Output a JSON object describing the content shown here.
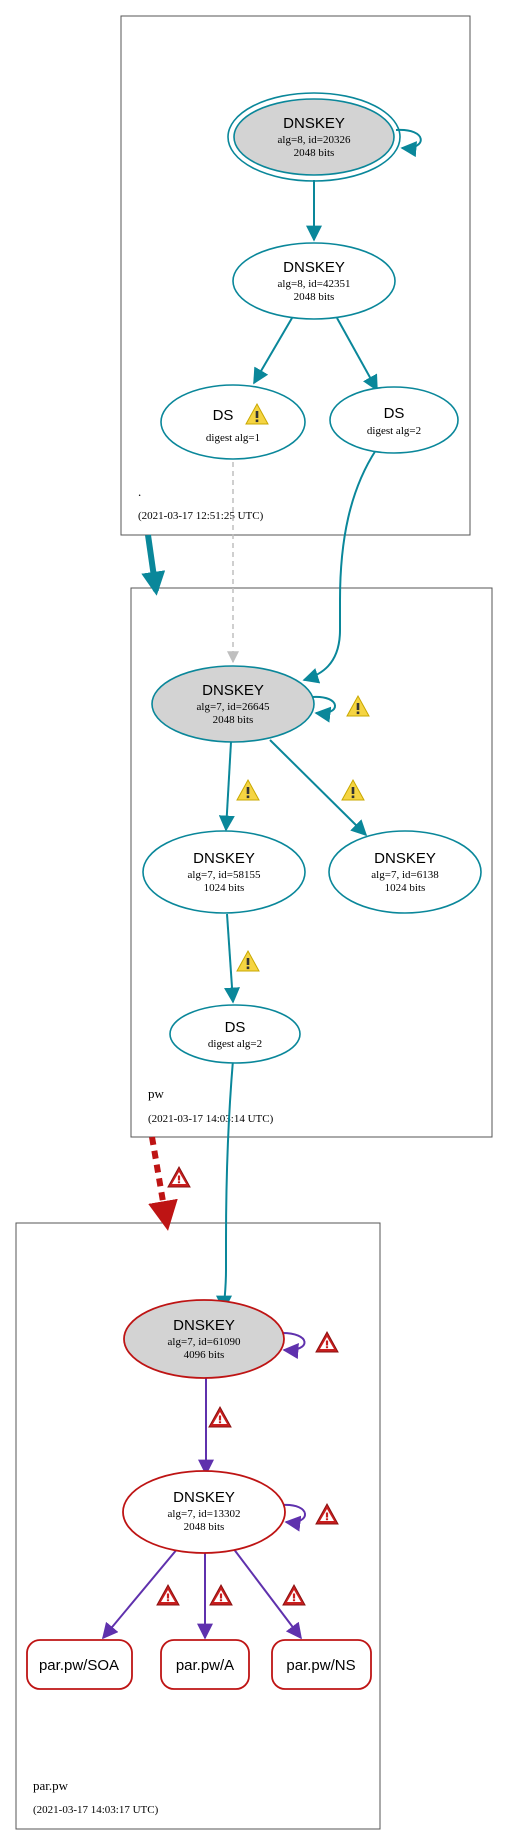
{
  "colors": {
    "teal": "#0a879a",
    "red": "#be1414",
    "purple": "#5f31ad",
    "grey_fill": "#d3d3d3",
    "dashed_grey": "#bfbfbf",
    "warning_yellow": "#f5d442",
    "error_red": "#c81e1e"
  },
  "zones": [
    {
      "name": ".",
      "timestamp": "(2021-03-17 12:51:25 UTC)"
    },
    {
      "name": "pw",
      "timestamp": "(2021-03-17 14:03:14 UTC)"
    },
    {
      "name": "par.pw",
      "timestamp": "(2021-03-17 14:03:17 UTC)"
    }
  ],
  "nodes": {
    "root_ksk": {
      "title": "DNSKEY",
      "line1": "alg=8, id=20326",
      "line2": "2048 bits"
    },
    "root_zsk": {
      "title": "DNSKEY",
      "line1": "alg=8, id=42351",
      "line2": "2048 bits"
    },
    "root_ds1": {
      "title": "DS",
      "line1": "digest alg=1"
    },
    "root_ds2": {
      "title": "DS",
      "line1": "digest alg=2"
    },
    "pw_ksk": {
      "title": "DNSKEY",
      "line1": "alg=7, id=26645",
      "line2": "2048 bits"
    },
    "pw_zsk1": {
      "title": "DNSKEY",
      "line1": "alg=7, id=58155",
      "line2": "1024 bits"
    },
    "pw_zsk2": {
      "title": "DNSKEY",
      "line1": "alg=7, id=6138",
      "line2": "1024 bits"
    },
    "pw_ds": {
      "title": "DS",
      "line1": "digest alg=2"
    },
    "par_ksk": {
      "title": "DNSKEY",
      "line1": "alg=7, id=61090",
      "line2": "4096 bits"
    },
    "par_zsk": {
      "title": "DNSKEY",
      "line1": "alg=7, id=13302",
      "line2": "2048 bits"
    },
    "rr_soa": {
      "title": "par.pw/SOA"
    },
    "rr_a": {
      "title": "par.pw/A"
    },
    "rr_ns": {
      "title": "par.pw/NS"
    }
  },
  "icons": {
    "warning": "warning-triangle-icon",
    "error": "error-triangle-icon"
  }
}
